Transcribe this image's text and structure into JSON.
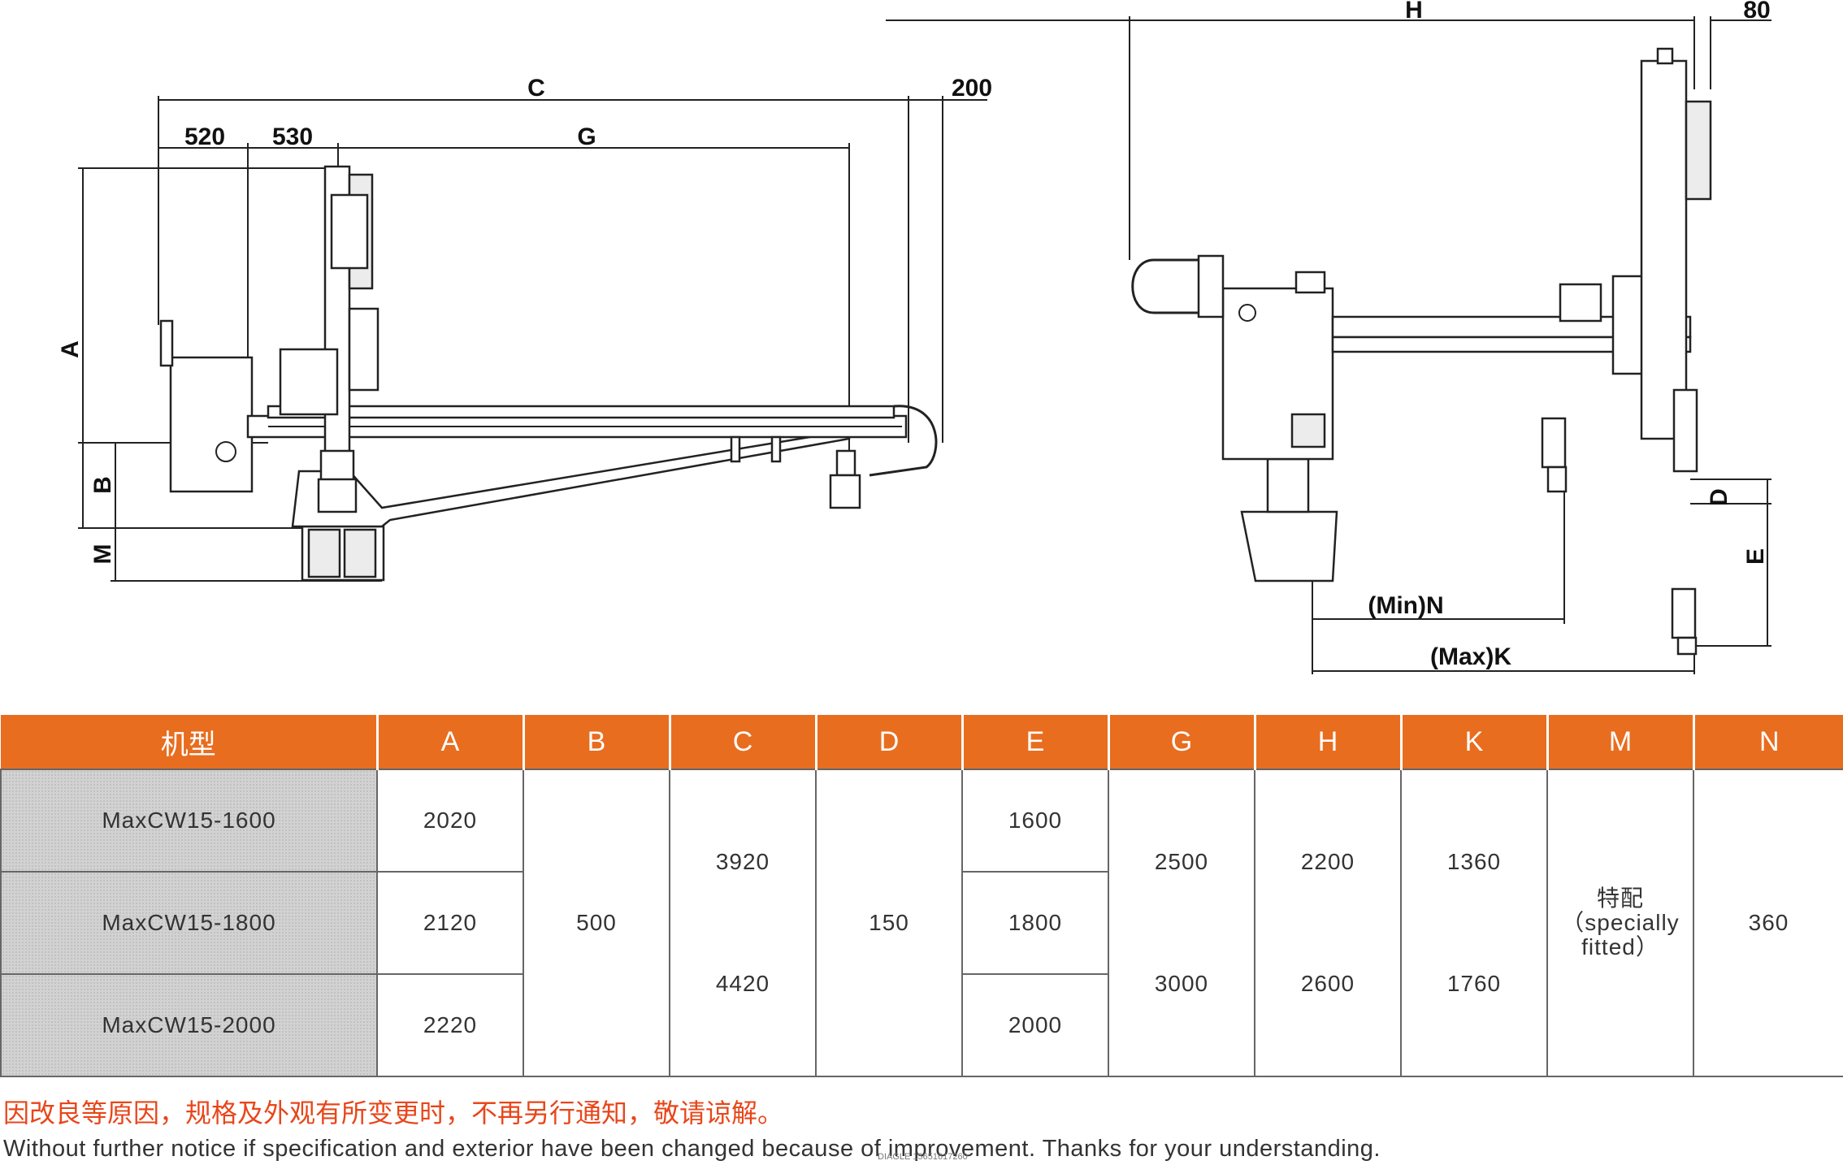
{
  "dims": {
    "C": "C",
    "200": "200",
    "520": "520",
    "530": "530",
    "G": "G",
    "A": "A",
    "B": "B",
    "M": "M",
    "H": "H",
    "80": "80",
    "D": "D",
    "E": "E",
    "min_n": "(Min)N",
    "max_k": "(Max)K"
  },
  "table": {
    "headers": [
      "机型",
      "A",
      "B",
      "C",
      "D",
      "E",
      "G",
      "H",
      "K",
      "M",
      "N"
    ],
    "models": [
      "MaxCW15-1600",
      "MaxCW15-1800",
      "MaxCW15-2000"
    ],
    "A": [
      "2020",
      "2120",
      "2220"
    ],
    "B": "500",
    "C": [
      "3920",
      "4420"
    ],
    "D": "150",
    "E": [
      "1600",
      "1800",
      "2000"
    ],
    "G": [
      "2500",
      "3000"
    ],
    "H": [
      "2200",
      "2600"
    ],
    "K": [
      "1360",
      "1760"
    ],
    "M": [
      "特配",
      "（specially",
      "fitted）"
    ],
    "N": "360"
  },
  "notes": {
    "cn": "因改良等原因，规格及外观有所变更时，不再另行通知，敬请谅解。",
    "en": "Without further notice if specification and exterior have been changed because of improvement. Thanks for your understanding.",
    "mark": "DIAGLE 15651617260"
  }
}
